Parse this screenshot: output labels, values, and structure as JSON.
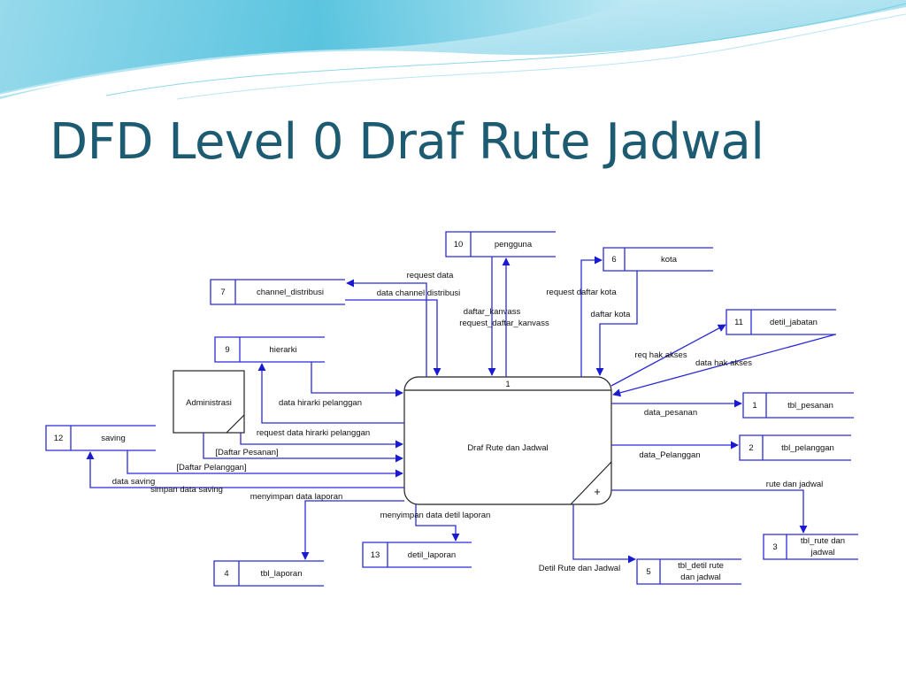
{
  "title": "DFD Level 0 Draf Rute Jadwal",
  "process": {
    "number": "1",
    "label": "Draf Rute dan Jadwal",
    "plus": "+"
  },
  "external_entity": {
    "label": "Administrasi"
  },
  "data_stores": [
    {
      "id": "10",
      "name": "pengguna"
    },
    {
      "id": "6",
      "name": "kota"
    },
    {
      "id": "7",
      "name": "channel_distribusi"
    },
    {
      "id": "11",
      "name": "detil_jabatan"
    },
    {
      "id": "9",
      "name": "hierarki"
    },
    {
      "id": "1",
      "name": "tbl_pesanan"
    },
    {
      "id": "12",
      "name": "saving"
    },
    {
      "id": "2",
      "name": "tbl_pelanggan"
    },
    {
      "id": "3",
      "name_line1": "tbl_rute dan",
      "name_line2": "jadwal"
    },
    {
      "id": "13",
      "name": "detil_laporan"
    },
    {
      "id": "4",
      "name": "tbl_laporan"
    },
    {
      "id": "5",
      "name_line1": "tbl_detil rute",
      "name_line2": "dan jadwal"
    }
  ],
  "flows": {
    "request_data": "request data",
    "data_channel_distribusi": "data channel distribusi",
    "daftar_kanvass": "daftar_kanvass",
    "request_daftar_kanvass": "request_daftar_kanvass",
    "request_daftar_kota": "request daftar kota",
    "daftar_kota": "daftar kota",
    "req_hak_akses": "req hak akses",
    "data_hak_akses": "data hak akses",
    "data_hirarki_pelanggan": "data hirarki pelanggan",
    "request_data_hirarki_pelanggan": "request data hirarki pelanggan",
    "daftar_pesanan": "[Daftar Pesanan]",
    "daftar_pelanggan": "[Daftar Pelanggan]",
    "data_saving": "data saving",
    "simpan_data_saving": "simpan data saving",
    "menyimpan_data_laporan": "menyimpan data laporan",
    "menyimpan_data_detil_laporan": "menyimpan data detil laporan",
    "data_pesanan": "data_pesanan",
    "data_pelanggan": "data_Pelanggan",
    "rute_dan_jadwal": "rute dan jadwal",
    "detil_rute_dan_jadwal": "Detil Rute dan Jadwal"
  }
}
